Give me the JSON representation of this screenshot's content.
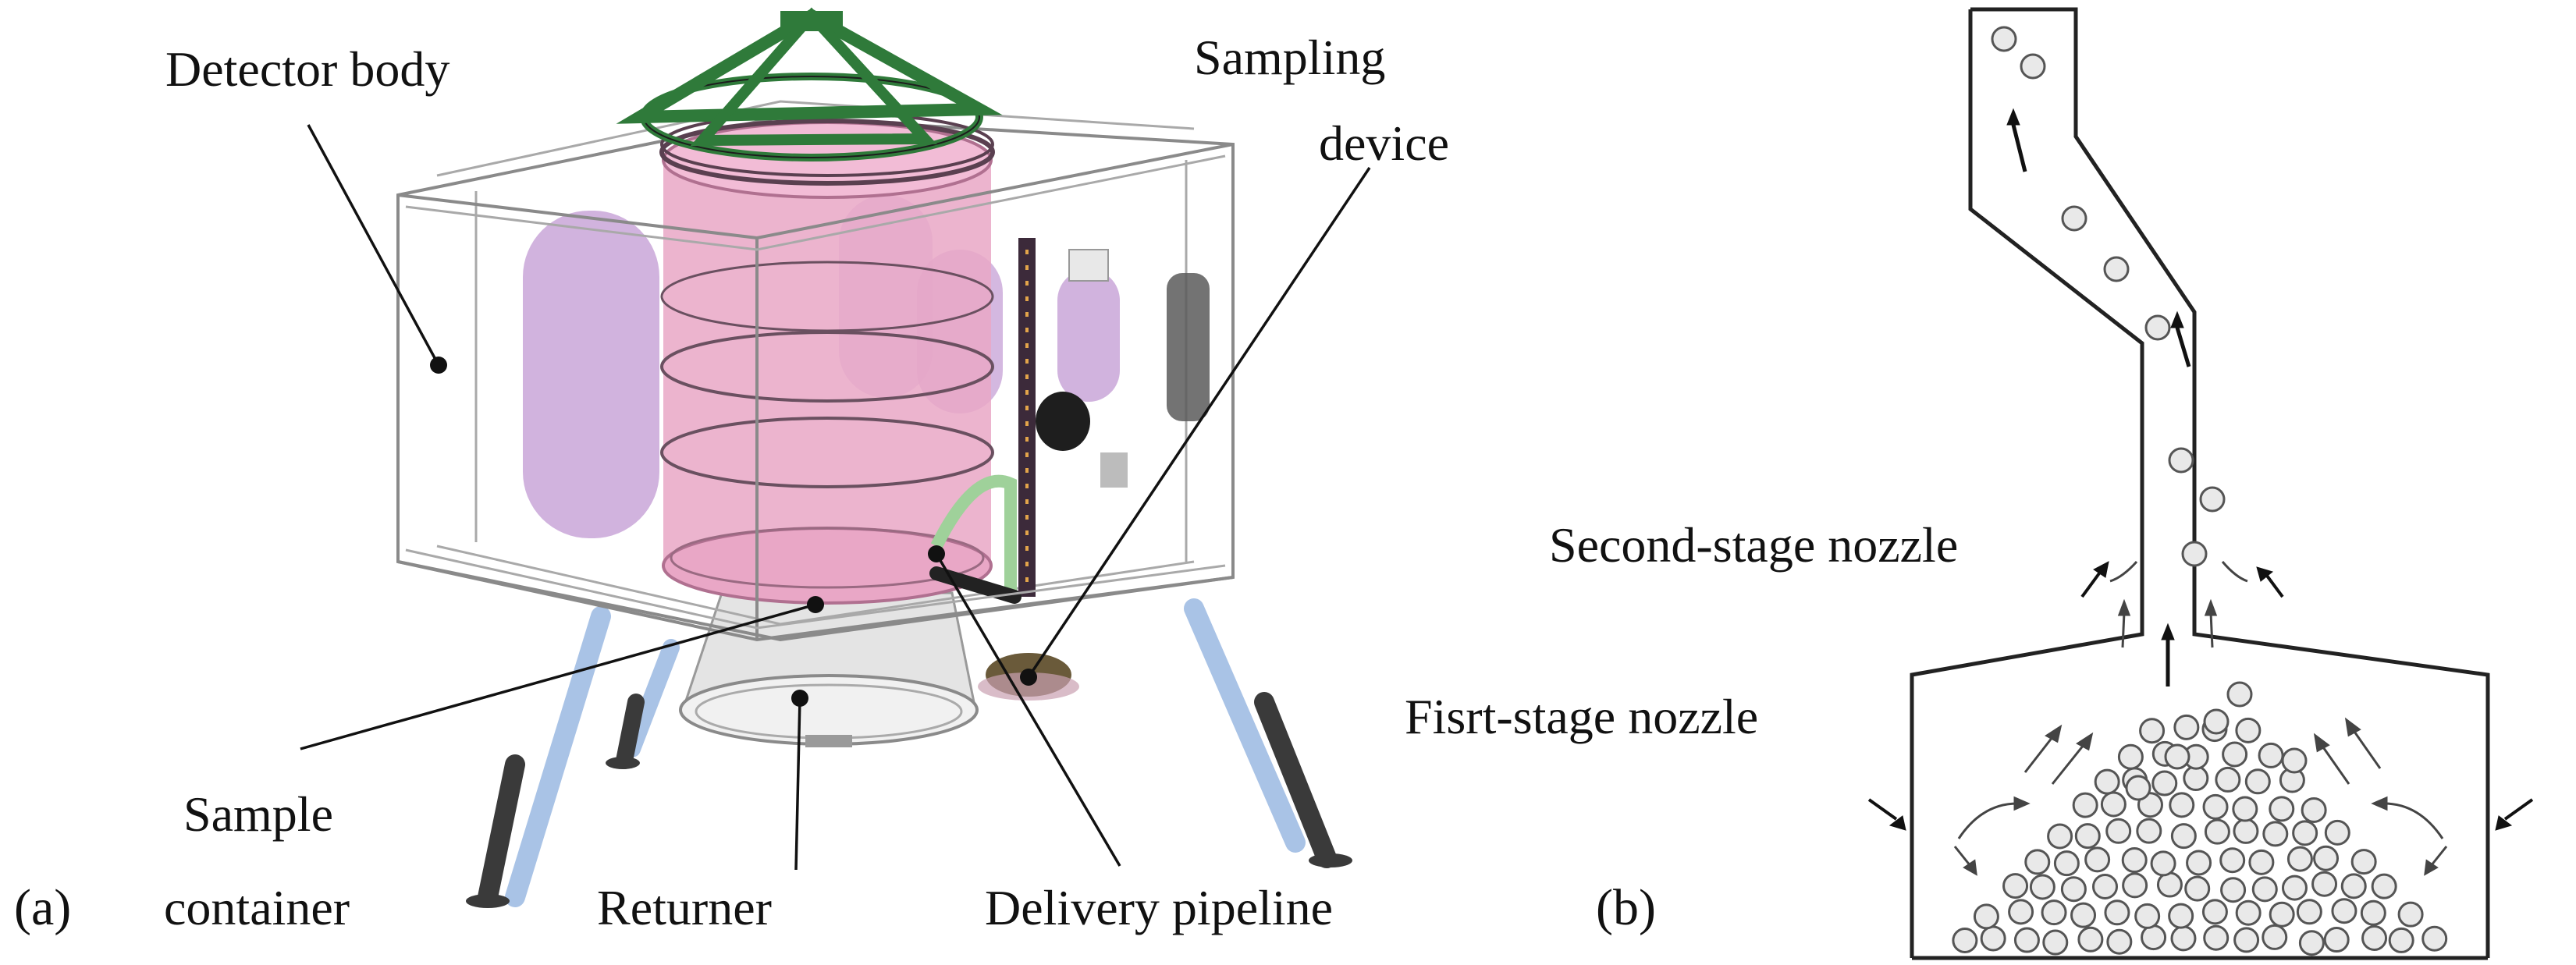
{
  "panel_a": {
    "tag": "(a)",
    "labels": {
      "detector_body": "Detector body",
      "sampling_device_l1": "Sampling",
      "sampling_device_l2": "device",
      "sample_container_l1": "Sample",
      "sample_container_l2": "container",
      "returner": "Returner",
      "delivery_pipeline": "Delivery pipeline"
    },
    "colors": {
      "container_pink": "#e9a7c6",
      "tank_purple": "#c9a6d8",
      "frame_green": "#2f7a3a",
      "pipe_green": "#9fd19a",
      "leg_blue": "#a9c3e6",
      "leg_dark": "#3a3a3a"
    }
  },
  "panel_b": {
    "tag": "(b)",
    "labels": {
      "second_stage_nozzle": "Second-stage nozzle",
      "first_stage_nozzle": "Fisrt-stage nozzle"
    }
  }
}
